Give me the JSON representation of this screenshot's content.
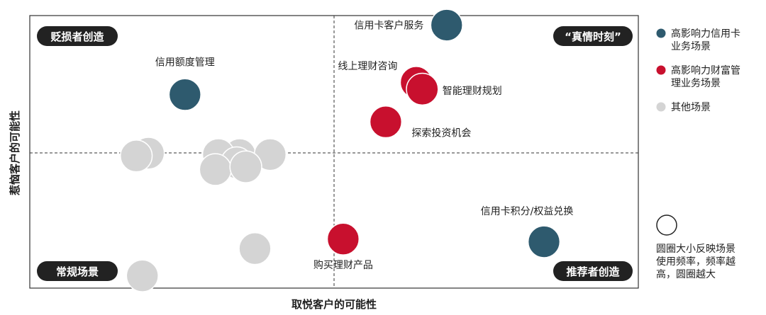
{
  "colors": {
    "blue": "#2e5a6e",
    "red": "#c8102e",
    "gray": "#d4d4d4",
    "pill": "#222222"
  },
  "chart_data": {
    "type": "scatter",
    "title": "",
    "xlabel": "取悦客户的可能性",
    "ylabel": "惹恼客户的可能性",
    "xlim": [
      0,
      100
    ],
    "ylim": [
      0,
      100
    ],
    "grid": false,
    "quadrant_labels": {
      "top_left": "贬损者创造",
      "top_right": "“真情时刻”",
      "bottom_left": "常规场景",
      "bottom_right": "推荐者创造"
    },
    "series": [
      {
        "name": "高影响力信用卡业务场景",
        "color": "#2e5a6e",
        "points": [
          {
            "label": "信用卡客户服务",
            "x": 68.5,
            "y": 96.5,
            "size": 3.2,
            "label_pos": "left"
          },
          {
            "label": "信用额度管理",
            "x": 25.5,
            "y": 71,
            "size": 3.2,
            "label_pos": "above"
          },
          {
            "label": "信用卡积分/权益兑换",
            "x": 84.5,
            "y": 17,
            "size": 3.2,
            "label_pos": "above-left"
          }
        ]
      },
      {
        "name": "高影响力财富管理业务场景",
        "color": "#c8102e",
        "points": [
          {
            "label": "线上理财咨询",
            "x": 63.5,
            "y": 75.5,
            "size": 3.2,
            "label_pos": "left-up"
          },
          {
            "label": "智能理财规划",
            "x": 64.5,
            "y": 73,
            "size": 3.2,
            "label_pos": "right"
          },
          {
            "label": "探索投资机会",
            "x": 58.5,
            "y": 61,
            "size": 3.2,
            "label_pos": "right-down"
          },
          {
            "label": "购买理财产品",
            "x": 51.5,
            "y": 18,
            "size": 3.2,
            "label_pos": "below"
          }
        ]
      },
      {
        "name": "其他场景",
        "color": "#d4d4d4",
        "points": [
          {
            "label": "",
            "x": 19.5,
            "y": 49.5,
            "size": 3.2
          },
          {
            "label": "",
            "x": 17.5,
            "y": 48.5,
            "size": 3.2
          },
          {
            "label": "",
            "x": 34.5,
            "y": 49,
            "size": 3.2
          },
          {
            "label": "",
            "x": 31,
            "y": 49,
            "size": 3.2
          },
          {
            "label": "",
            "x": 34,
            "y": 46,
            "size": 3.2
          },
          {
            "label": "",
            "x": 30.5,
            "y": 43.5,
            "size": 3.2
          },
          {
            "label": "",
            "x": 39.5,
            "y": 49,
            "size": 3.2
          },
          {
            "label": "",
            "x": 35.5,
            "y": 44.5,
            "size": 3.2
          },
          {
            "label": "",
            "x": 37,
            "y": 14.5,
            "size": 3.2
          },
          {
            "label": "",
            "x": 18.5,
            "y": 4.5,
            "size": 3.2
          }
        ]
      }
    ],
    "legend": {
      "position": "right",
      "items": [
        {
          "label_lines": [
            "高影响力信用卡",
            "业务场景"
          ],
          "color": "#2e5a6e"
        },
        {
          "label_lines": [
            "高影响力财富管",
            "理业务场景"
          ],
          "color": "#c8102e"
        },
        {
          "label_lines": [
            "其他场景"
          ],
          "color": "#d4d4d4"
        }
      ],
      "size_note_lines": [
        "圆圈大小反映场景",
        "使用频率，频率越",
        "高，圆圈越大"
      ]
    }
  }
}
